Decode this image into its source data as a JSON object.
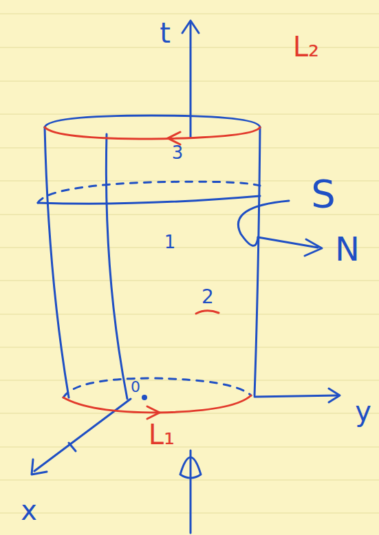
{
  "diagram": {
    "labels": [
      "t",
      "L₂",
      "3",
      "S",
      "N",
      "1",
      "2",
      "0",
      "L₁",
      "y",
      "x"
    ]
  }
}
